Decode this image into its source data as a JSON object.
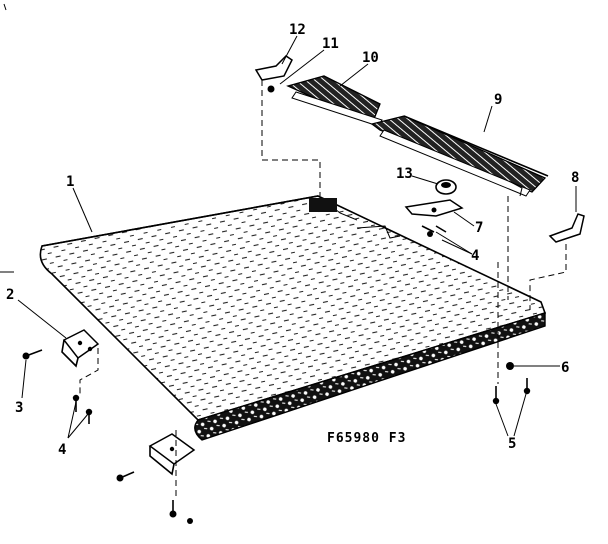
{
  "diagram": {
    "figure_code": "F65980 F3",
    "callouts": [
      "1",
      "2",
      "3",
      "4",
      "4",
      "5",
      "6",
      "7",
      "8",
      "9",
      "10",
      "11",
      "12",
      "13"
    ]
  }
}
